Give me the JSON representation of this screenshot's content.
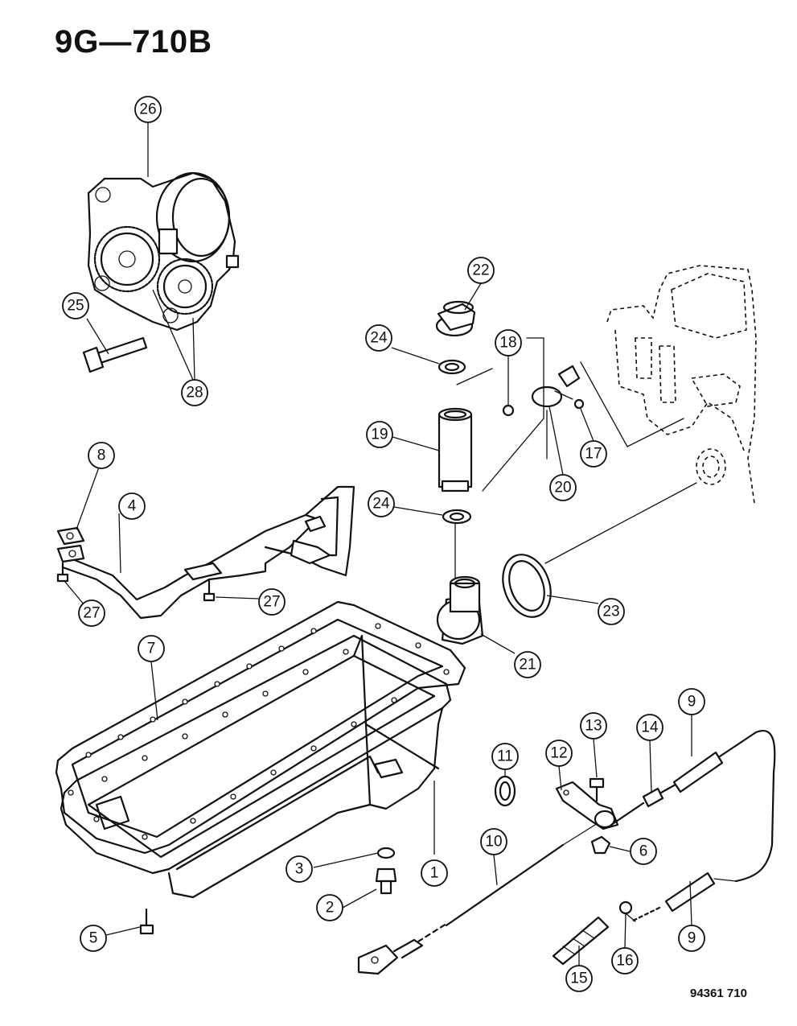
{
  "title": "9G—710B",
  "ref_code": "94361 710",
  "callouts": [
    {
      "id": "c1",
      "label": "1"
    },
    {
      "id": "c2",
      "label": "2"
    },
    {
      "id": "c3",
      "label": "3"
    },
    {
      "id": "c4",
      "label": "4"
    },
    {
      "id": "c5",
      "label": "5"
    },
    {
      "id": "c6",
      "label": "6"
    },
    {
      "id": "c7",
      "label": "7"
    },
    {
      "id": "c8",
      "label": "8"
    },
    {
      "id": "c9a",
      "label": "9"
    },
    {
      "id": "c9b",
      "label": "9"
    },
    {
      "id": "c10",
      "label": "10"
    },
    {
      "id": "c11",
      "label": "11"
    },
    {
      "id": "c12",
      "label": "12"
    },
    {
      "id": "c13",
      "label": "13"
    },
    {
      "id": "c14",
      "label": "14"
    },
    {
      "id": "c15",
      "label": "15"
    },
    {
      "id": "c16",
      "label": "16"
    },
    {
      "id": "c17",
      "label": "17"
    },
    {
      "id": "c18",
      "label": "18"
    },
    {
      "id": "c19",
      "label": "19"
    },
    {
      "id": "c20",
      "label": "20"
    },
    {
      "id": "c21",
      "label": "21"
    },
    {
      "id": "c22",
      "label": "22"
    },
    {
      "id": "c23",
      "label": "23"
    },
    {
      "id": "c24a",
      "label": "24"
    },
    {
      "id": "c24b",
      "label": "24"
    },
    {
      "id": "c25",
      "label": "25"
    },
    {
      "id": "c26",
      "label": "26"
    },
    {
      "id": "c27a",
      "label": "27"
    },
    {
      "id": "c27b",
      "label": "27"
    },
    {
      "id": "c28",
      "label": "28"
    }
  ]
}
